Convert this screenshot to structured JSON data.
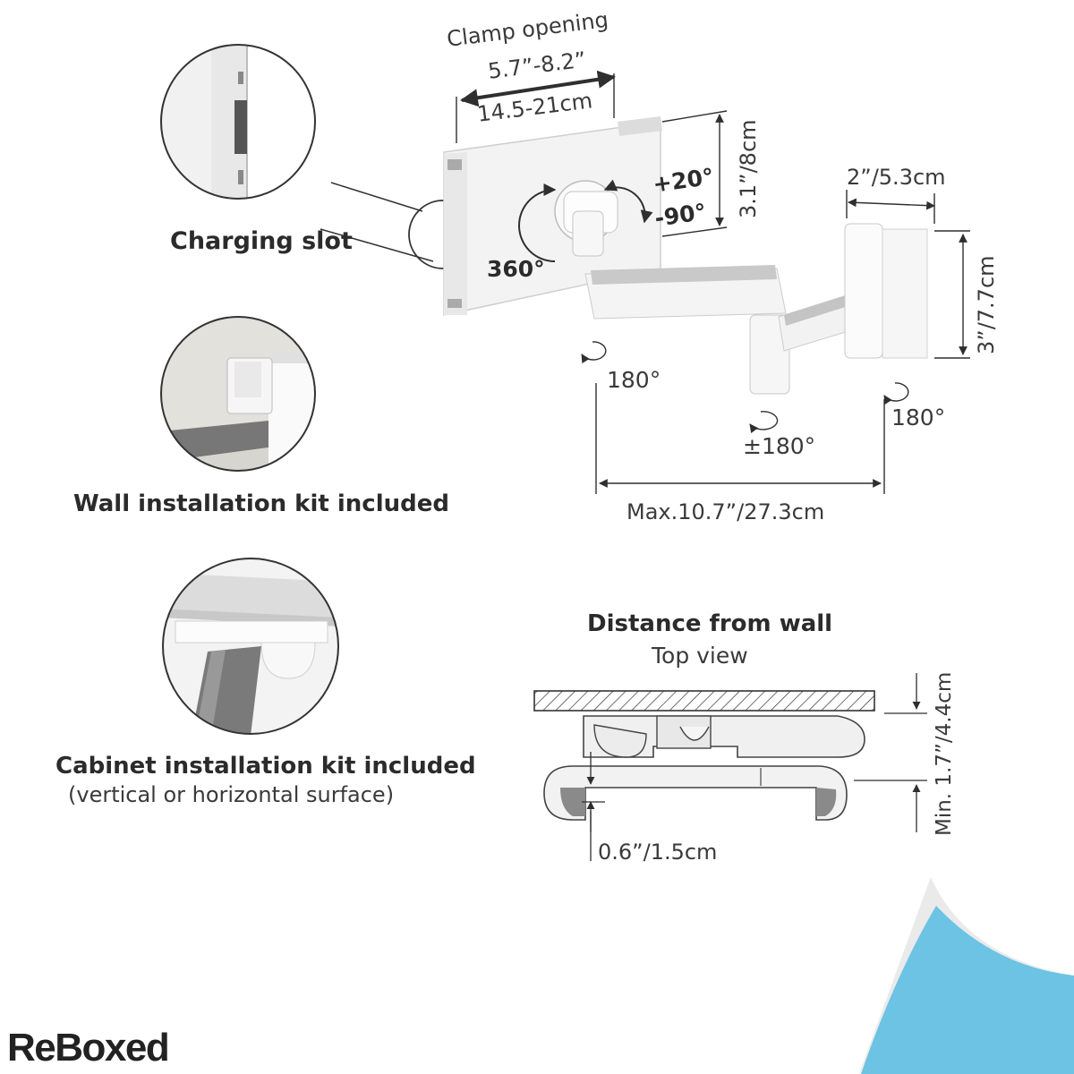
{
  "features": {
    "charging_slot": "Charging slot",
    "wall_kit": "Wall installation kit included",
    "cabinet_kit": "Cabinet installation kit included",
    "cabinet_kit_note": "(vertical or horizontal surface)"
  },
  "dimensions": {
    "clamp_title": "Clamp opening",
    "clamp_inch": "5.7”-8.2”",
    "clamp_cm": "14.5-21cm",
    "holder_height": "3.1”/8cm",
    "tilt_up": "+20°",
    "tilt_down": "-90°",
    "rotate": "360°",
    "plate_width": "2”/5.3cm",
    "plate_height": "3”/7.7cm",
    "swivel_left": "180°",
    "swivel_mid": "±180°",
    "swivel_right": "180°",
    "max_extension": "Max.10.7”/27.3cm"
  },
  "top_view": {
    "title": "Distance from wall",
    "subtitle": "Top view",
    "min_distance": "Min. 1.7”/4.4cm",
    "thickness": "0.6”/1.5cm"
  },
  "brand": "ReBoxed",
  "colors": {
    "line": "#2f2f2f",
    "device": "#f2f2f2",
    "device_edge": "#c9c9c9",
    "accent_corner": "#6cc3e3"
  }
}
